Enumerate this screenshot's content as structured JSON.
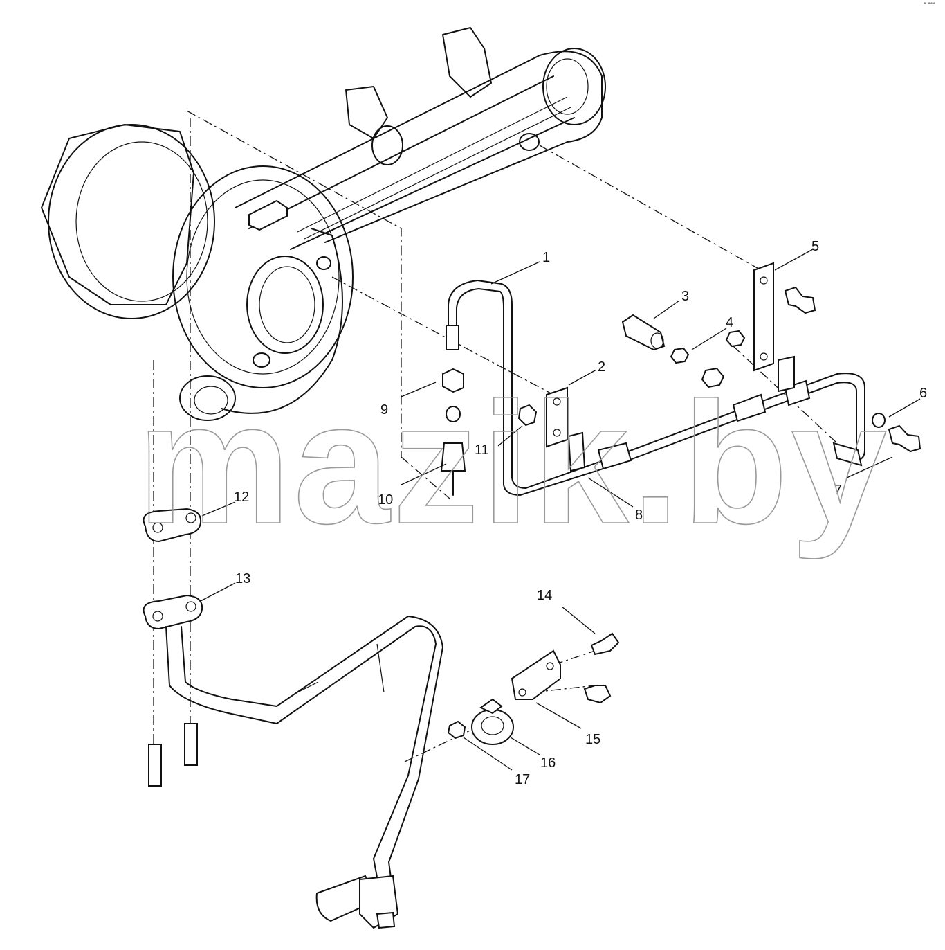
{
  "watermark": "mazik.by",
  "callouts": [
    "1",
    "2",
    "3",
    "4",
    "5",
    "6",
    "7",
    "8",
    "9",
    "10",
    "11",
    "12",
    "13",
    "14",
    "15",
    "16",
    "17"
  ],
  "colors": {
    "line": "#111111",
    "watermark_stroke": "#9a9a9a",
    "background": "#ffffff"
  }
}
